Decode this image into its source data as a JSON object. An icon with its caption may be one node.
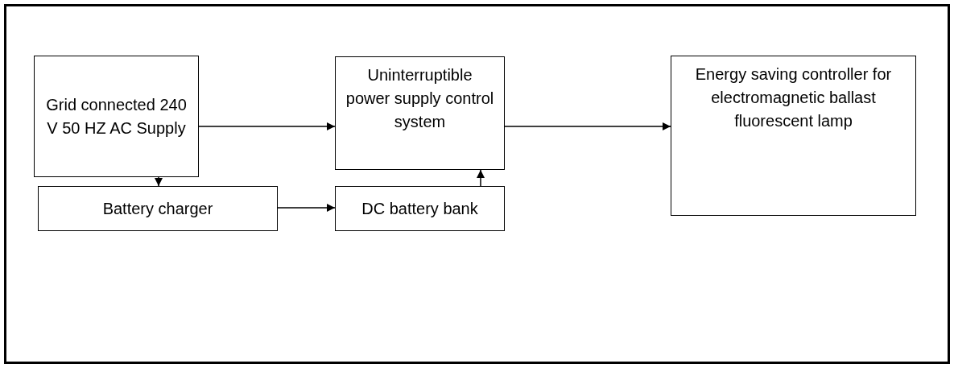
{
  "diagram": {
    "nodes": [
      {
        "text": [
          "Grid connected 240 V 50 HZ AC Supply"
        ]
      },
      {
        "text": [
          "Uninterruptible power supply control system"
        ]
      },
      {
        "text": [
          "Energy saving controller for electromagnetic ballast fluorescent lamp"
        ]
      },
      {
        "text": [
          "Battery charger"
        ]
      },
      {
        "text": [
          "DC battery bank"
        ]
      }
    ],
    "edges": [
      {
        "from": 0,
        "to": 1,
        "arrow": "to"
      },
      {
        "from": 1,
        "to": 2,
        "arrow": "to"
      },
      {
        "from": 0,
        "to": 3,
        "arrow": "to"
      },
      {
        "from": 3,
        "to": 4,
        "arrow": "to"
      },
      {
        "from": 4,
        "to": 1,
        "arrow": "to"
      }
    ]
  }
}
